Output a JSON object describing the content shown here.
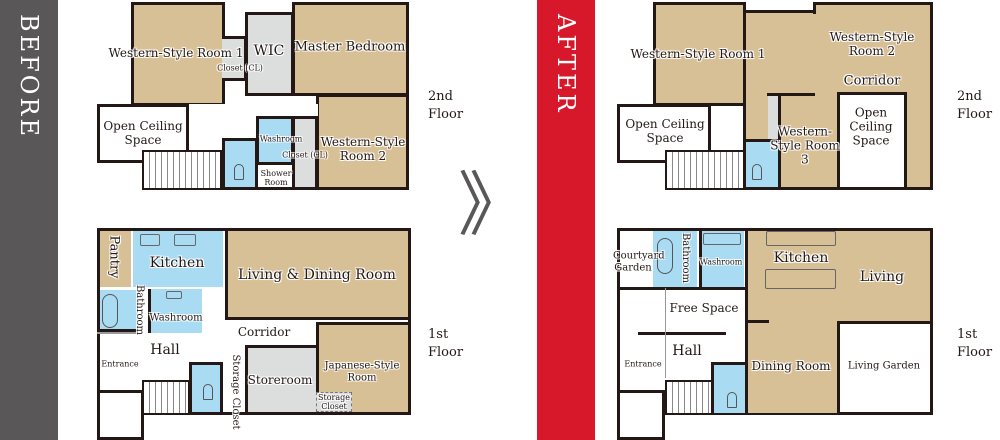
{
  "before": {
    "banner": "BEFORE",
    "floor2_label": "2nd Floor",
    "floor1_label": "1st Floor",
    "floor2": {
      "western_room_1": "Western-Style Room 1",
      "closet_cl_1": "Closet (CL)",
      "wic": "WIC",
      "master_bedroom": "Master Bedroom",
      "open_ceiling": "Open Ceiling Space",
      "washroom": "Washroom",
      "closet_cl_2": "Closet (CL)",
      "western_room_2": "Western-Style Room 2",
      "shower_room": "Shower Room"
    },
    "floor1": {
      "pantry": "Pantry",
      "kitchen": "Kitchen",
      "living_dining": "Living & Dining Room",
      "bathroom": "Bathroom",
      "washroom": "Washroom",
      "hall": "Hall",
      "corridor": "Corridor",
      "entrance": "Entrance",
      "storage_closet_v": "Storage Closet",
      "storeroom": "Storeroom",
      "japanese_room": "Japanese-Style Room",
      "storage_closet": "Storage Closet"
    }
  },
  "after": {
    "banner": "AFTER",
    "floor2_label": "2nd Floor",
    "floor1_label": "1st Floor",
    "floor2": {
      "western_room_1": "Western-Style Room 1",
      "western_room_2": "Western-Style Room 2",
      "corridor": "Corridor",
      "open_ceiling_right": "Open Ceiling Space",
      "western_room_3": "Western-Style Room 3",
      "open_ceiling_left": "Open Ceiling Space"
    },
    "floor1": {
      "courtyard_garden": "Courtyard Garden",
      "bathroom": "Bathroom",
      "washroom": "Washroom",
      "kitchen": "Kitchen",
      "living": "Living",
      "free_space": "Free Space",
      "hall": "Hall",
      "entrance": "Entrance",
      "dining_room": "Dining Room",
      "living_garden": "Living Garden"
    }
  },
  "arrow": "》",
  "colors": {
    "before_band": "#595757",
    "after_band": "#d7182a",
    "tan": "#d8c096",
    "blue": "#a9dbf3",
    "gray": "#dcdddd"
  }
}
